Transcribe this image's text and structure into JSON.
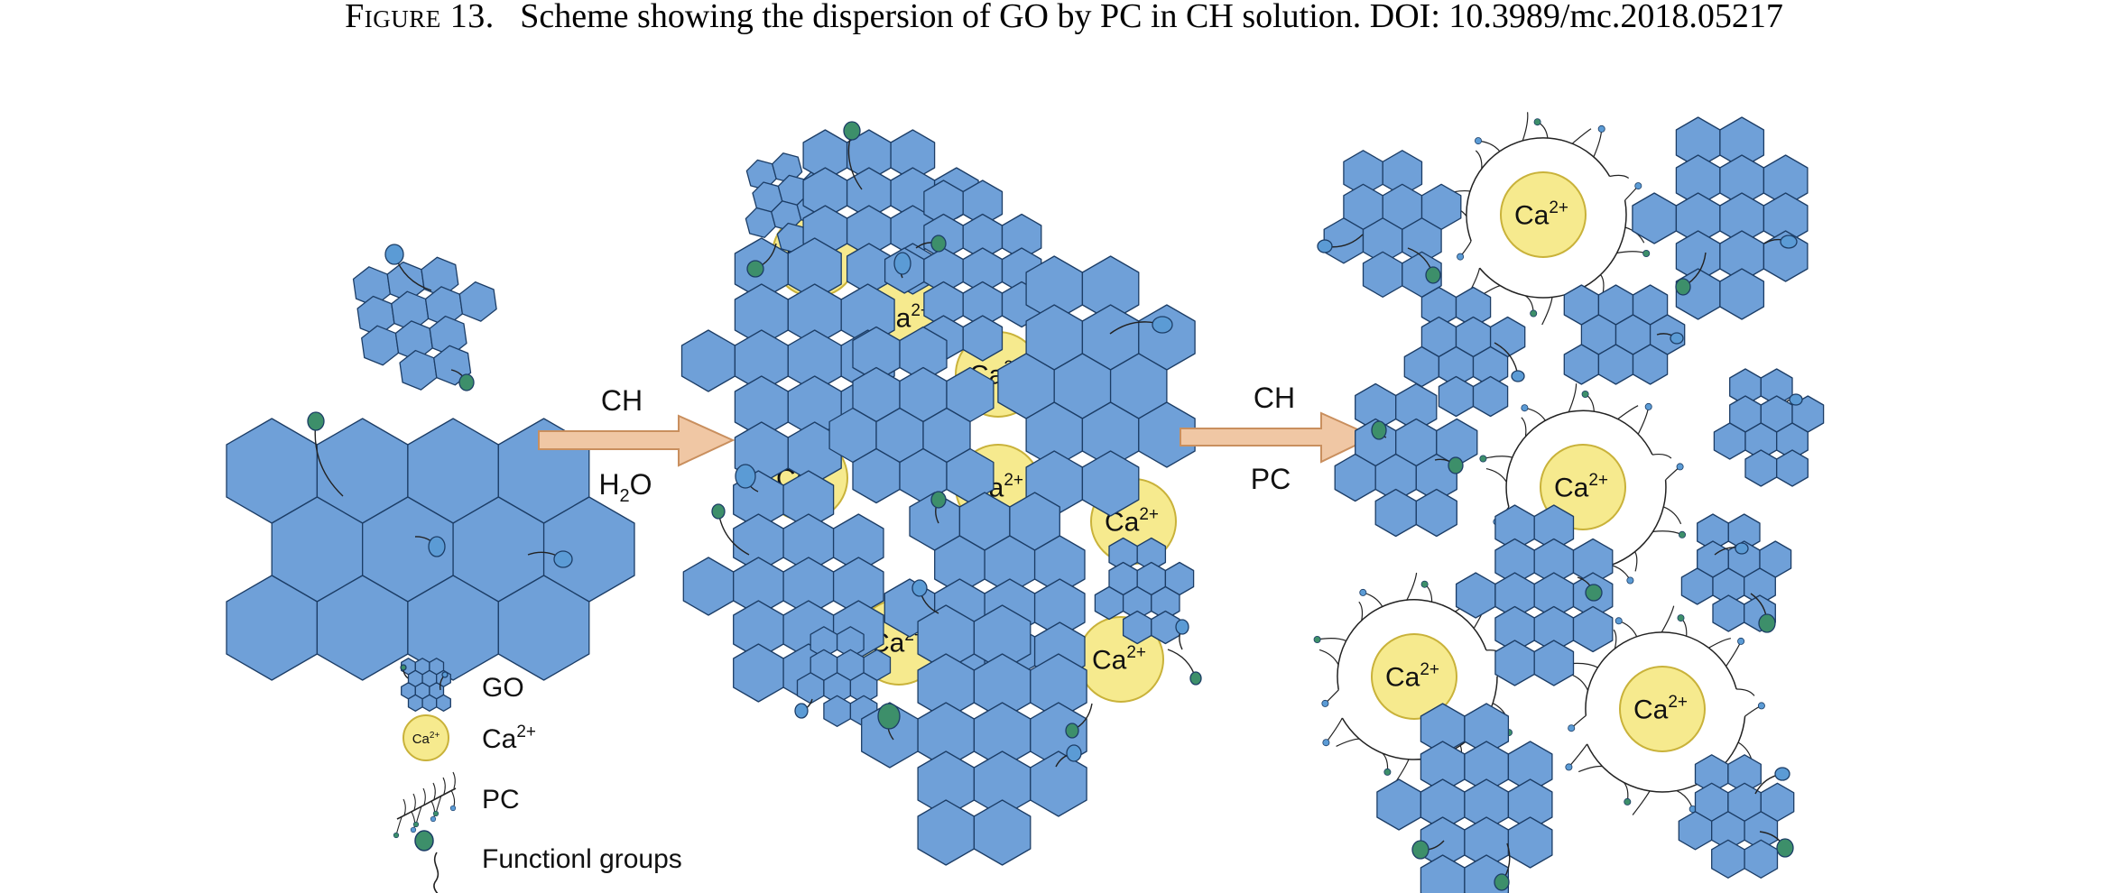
{
  "caption": {
    "label": "Figure 13.",
    "text": "Scheme showing the dispersion of GO by PC in CH solution. DOI: 10.3989/mc.2018.05217"
  },
  "arrows": [
    {
      "top": "CH",
      "bottom": "H2O"
    },
    {
      "top": "CH",
      "bottom": "PC"
    }
  ],
  "ca_label": "Ca",
  "ca_charge": "2+",
  "legend": [
    {
      "icon": "graphene-oxide-icon",
      "text": "GO"
    },
    {
      "icon": "calcium-ion-icon",
      "text": "Ca",
      "sup": "2+"
    },
    {
      "icon": "polycarboxylate-icon",
      "text": "PC"
    },
    {
      "icon": "functional-group-icon",
      "text": "Functionl groups"
    }
  ],
  "colors": {
    "hex_fill": "#6fa0d8",
    "hex_stroke": "#1c3d66",
    "ca_fill": "#f6ea8e",
    "ca_stroke": "#c9b23a",
    "arrow_fill": "#f0c7a4",
    "arrow_stroke": "#c98f5e",
    "group_blue": "#5b9bd5",
    "group_green": "#3d8f6a"
  }
}
